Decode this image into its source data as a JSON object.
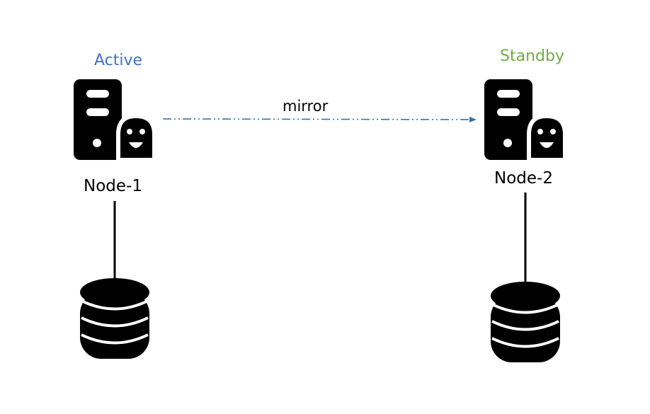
{
  "nodes": [
    {
      "name": "Node-1",
      "state": "Active",
      "state_color": "#4472c4"
    },
    {
      "name": "Node-2",
      "state": "Standby",
      "state_color": "#70ad47"
    }
  ],
  "edge": {
    "label": "mirror",
    "color": "#2e75b6",
    "style": "dash-dot",
    "direction": "Node-1 to Node-2"
  },
  "icons": {
    "server": "server-with-face-icon",
    "database": "database-icon"
  }
}
